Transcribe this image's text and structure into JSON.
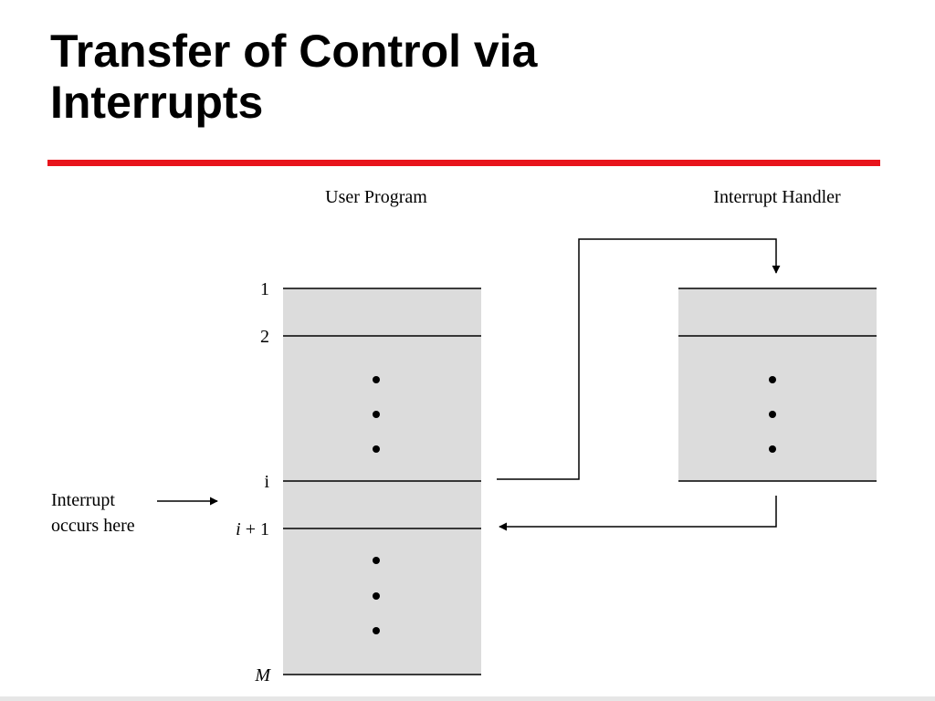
{
  "slide": {
    "title_line1": "Transfer of Control via",
    "title_line2": "Interrupts"
  },
  "diagram": {
    "user_program": {
      "label": "User Program",
      "line_labels": {
        "first": "1",
        "second": "2",
        "interrupt_point": "i",
        "resume_point_italic": "i",
        "resume_point_suffix": " + 1",
        "last": "M"
      }
    },
    "interrupt_handler": {
      "label": "Interrupt Handler"
    },
    "annotation": {
      "line1": "Interrupt",
      "line2": "occurs here"
    }
  },
  "colors": {
    "accent_rule": "#e8141c",
    "box_fill": "#dcdcdc",
    "line": "#000000",
    "bottom_strip": "#e6e6e6"
  }
}
